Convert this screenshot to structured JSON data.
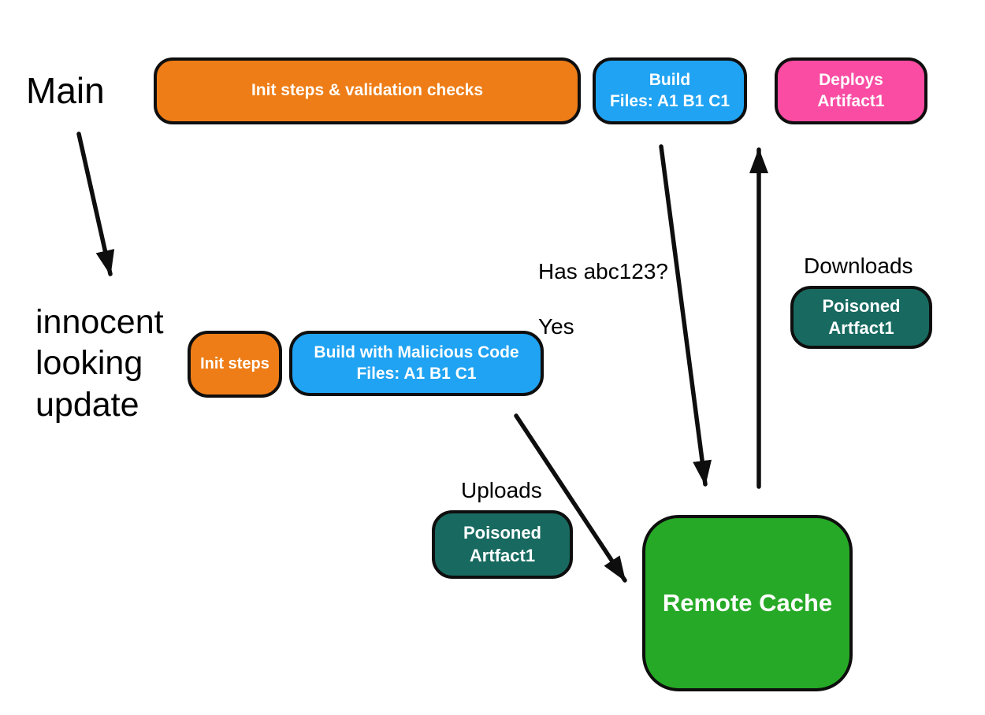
{
  "title": "Build cache poisoning diagram",
  "colors": {
    "orange": "#EE7D17",
    "blue": "#20A3F3",
    "pink": "#FA4CA3",
    "teal": "#186A60",
    "green": "#26A926",
    "outline": "#0E0E0E",
    "node_text": "#FFFFFF",
    "label_text": "#000000"
  },
  "labels": {
    "main": "Main",
    "innocent_update": "innocent looking update",
    "has_hash_question": "Has abc123?",
    "has_hash_answer": "Yes",
    "uploads": "Uploads",
    "downloads": "Downloads"
  },
  "nodes": {
    "init_validation": {
      "label": "Init steps & validation checks"
    },
    "build": {
      "line1": "Build",
      "line2": "Files: A1 B1 C1"
    },
    "deploys": {
      "line1": "Deploys",
      "line2": "Artifact1"
    },
    "init_steps": {
      "label": "Init steps"
    },
    "build_malicious": {
      "line1": "Build with Malicious Code",
      "line2": "Files: A1 B1 C1"
    },
    "poisoned_upload": {
      "line1": "Poisoned",
      "line2": "Artfact1"
    },
    "poisoned_download": {
      "line1": "Poisoned",
      "line2": "Artfact1"
    },
    "remote_cache": {
      "label": "Remote Cache"
    }
  }
}
